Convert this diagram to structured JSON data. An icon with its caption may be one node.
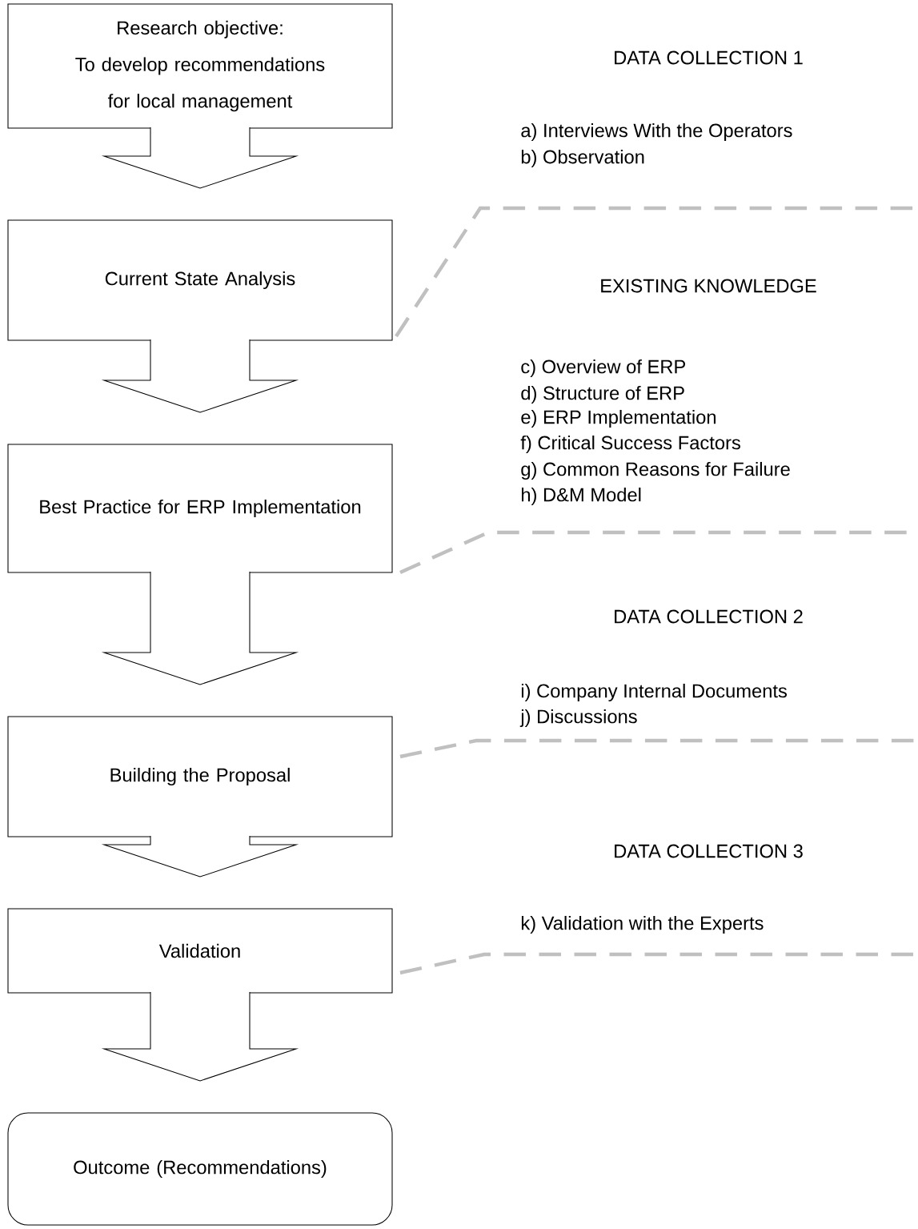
{
  "diagram": {
    "nodes": [
      {
        "text": [
          "Research objective:",
          "To develop recommendations for local management"
        ]
      },
      {
        "text": [
          "Current State Analysis"
        ]
      },
      {
        "text": [
          "Best Practice for ERP Implementation"
        ]
      },
      {
        "text": [
          "Building the Proposal"
        ]
      },
      {
        "text": [
          "Validation"
        ]
      },
      {
        "text": [
          "Outcome (Recommendations)"
        ]
      }
    ],
    "edges": [
      {
        "from": 0,
        "to": 1,
        "arrow": "to"
      },
      {
        "from": 1,
        "to": 2,
        "arrow": "to"
      },
      {
        "from": 2,
        "to": 3,
        "arrow": "to"
      },
      {
        "from": 3,
        "to": 4,
        "arrow": "to"
      },
      {
        "from": 4,
        "to": 5,
        "arrow": "to"
      },
      {
        "from": 1,
        "to": null,
        "arrow": "none",
        "style": "dashed",
        "color": "#c0c0c0"
      },
      {
        "from": 2,
        "to": null,
        "arrow": "none",
        "style": "dashed",
        "color": "#c0c0c0"
      },
      {
        "from": 3,
        "to": null,
        "arrow": "none",
        "style": "dashed",
        "color": "#c0c0c0"
      },
      {
        "from": 4,
        "to": null,
        "arrow": "none",
        "style": "dashed",
        "color": "#c0c0c0"
      }
    ],
    "labels": [
      "DATA COLLECTION 1",
      "a) Interviews With the Operators",
      "b) Observation",
      "EXISTING KNOWLEDGE",
      "c) Overview of ERP",
      "d) Structure of ERP",
      "e) ERP Implementation",
      "f) Critical Success Factors",
      "g) Common Reasons for Failure",
      "h) D&M Model",
      "DATA COLLECTION 2",
      "i) Company Internal Documents",
      "j) Discussions",
      "DATA COLLECTION 3",
      "k) Validation with the Experts"
    ]
  }
}
